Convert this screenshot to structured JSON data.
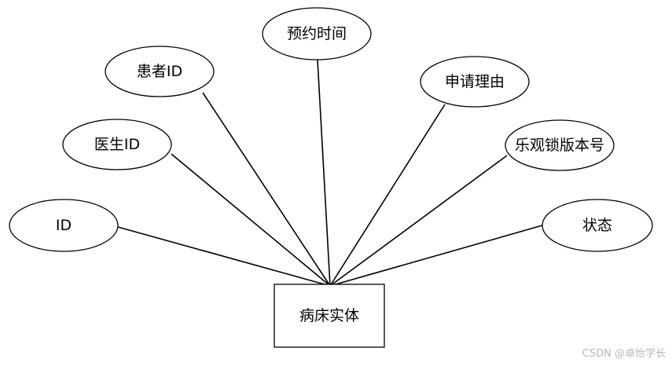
{
  "entity": {
    "label": "病床实体"
  },
  "attributes": [
    {
      "label": "ID"
    },
    {
      "label": "医生ID"
    },
    {
      "label": "患者ID"
    },
    {
      "label": "预约时间"
    },
    {
      "label": "申请理由"
    },
    {
      "label": "乐观锁版本号"
    },
    {
      "label": "状态"
    }
  ],
  "watermark": "CSDN @卓怡学长"
}
